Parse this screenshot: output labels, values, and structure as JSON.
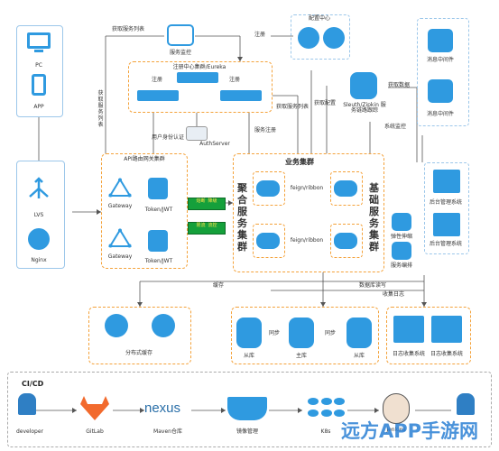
{
  "clients": {
    "pc": "PC",
    "app": "APP",
    "lvs": "LVS",
    "nginx": "Nginx"
  },
  "gateway_group": {
    "title": "API路由网关集群",
    "gateway": "Gateway",
    "token": "Token/JWT"
  },
  "registry": {
    "title": "注册中心集群/Eureka",
    "register": "注册",
    "sync": "注册"
  },
  "monitor": {
    "label": "服务监控"
  },
  "config": {
    "title": "配置中心",
    "get_config": "获取配置"
  },
  "sleuth": {
    "label": "Sleuth/Zipkin 服务链路跟踪",
    "collect": "获取数据"
  },
  "mq": {
    "label1": "消息中间件",
    "label2": "消息中间件"
  },
  "auth": {
    "label": "AuthServer",
    "user_auth": "用户身份认证"
  },
  "flows": {
    "get_service_list": "获取服务列表",
    "get_service_list_v": "获取服务列表",
    "register_top": "注册",
    "get_service_list_mid": "获取服务列表",
    "service_register": "服务注册",
    "system_metrics": "系统监控",
    "cache": "缓存",
    "db_rw": "数据库读写",
    "collect_log": "收集日志"
  },
  "business": {
    "title": "业务集群",
    "aggregate": "聚合服务集群",
    "base": "基础服务集群",
    "feign1": "feign/ribbon",
    "feign2": "feign/ribbon",
    "circuit": "弹性伸缩",
    "degrade": "服务编排"
  },
  "green_boxes": [
    "熔断 降级",
    "限流 流控"
  ],
  "mgmt": {
    "label1": "后台管理系统",
    "label2": "后台管理系统"
  },
  "cache": {
    "label": "分布式缓存"
  },
  "db": {
    "slave1": "从库",
    "master": "主库",
    "slave2": "从库",
    "sync1": "同步",
    "sync2": "同步"
  },
  "logs": {
    "label1": "日志收集系统",
    "label2": "日志收集系统"
  },
  "cicd": {
    "title": "CI/CD",
    "developer": "developer",
    "gitlab": "GitLab",
    "nexus": "nexus",
    "maven": "Maven仓库",
    "docker": "镜像管理",
    "k8s": "K8s",
    "jenkins": "Jenkins",
    "watermark": "远方APP手游网"
  },
  "colors": {
    "blue": "#2f9ae0",
    "orange": "#f4a23a",
    "green": "#15a03b",
    "light": "#9cc7ea"
  }
}
